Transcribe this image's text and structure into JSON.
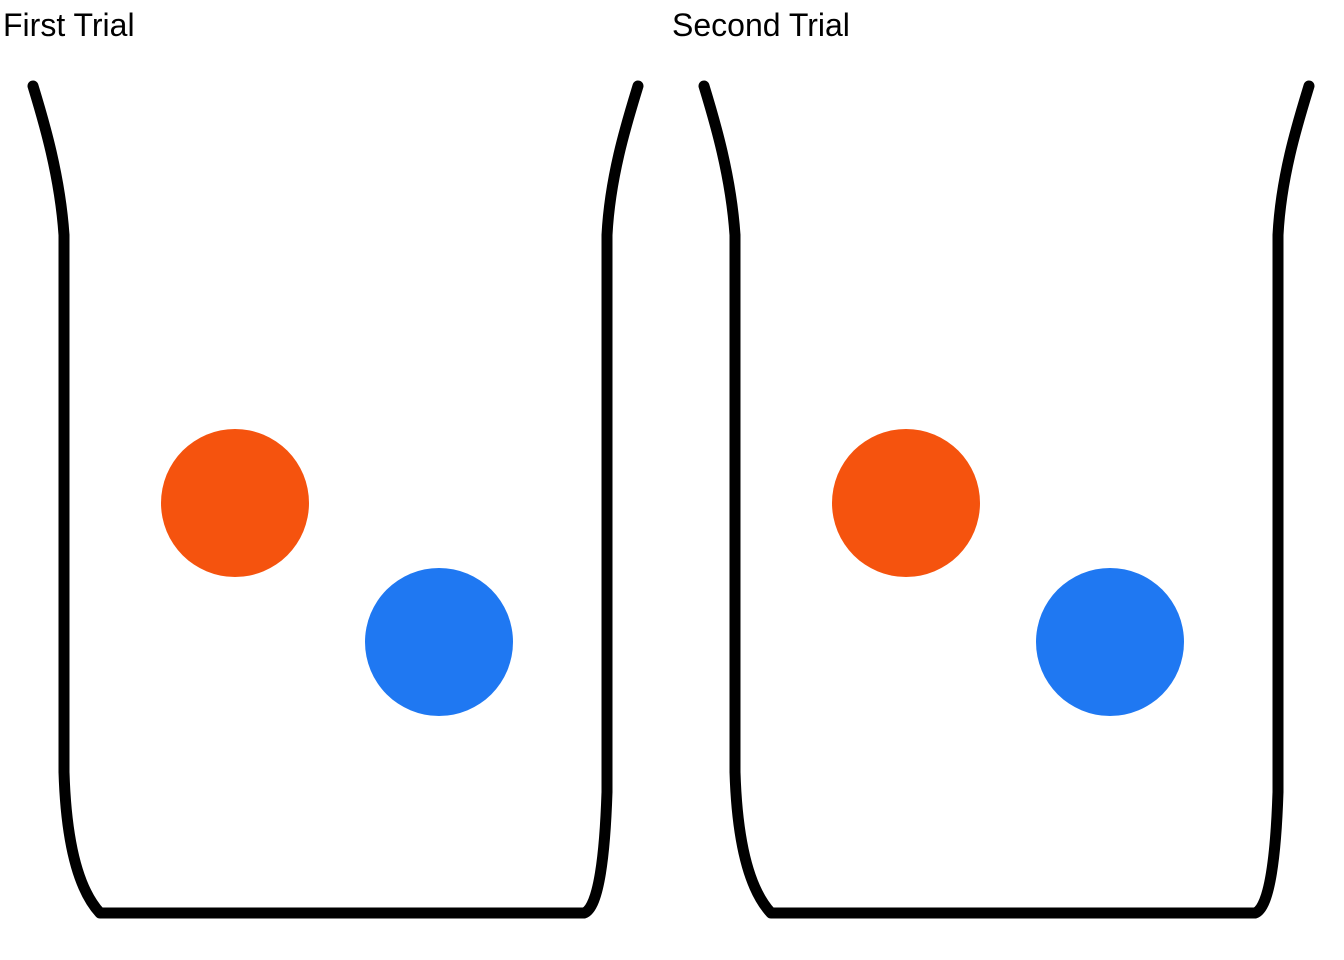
{
  "page": {
    "background_color": "#FFFFFF",
    "outline_color": "#000000",
    "label_color": "#000000"
  },
  "trials": [
    {
      "label": "First Trial",
      "container": "beaker",
      "balls": [
        {
          "name": "orange-ball",
          "color": "#F5530E",
          "position": "upper-left"
        },
        {
          "name": "blue-ball",
          "color": "#1F78F2",
          "position": "lower-right"
        }
      ]
    },
    {
      "label": "Second Trial",
      "container": "beaker",
      "balls": [
        {
          "name": "orange-ball",
          "color": "#F5530E",
          "position": "upper-left"
        },
        {
          "name": "blue-ball",
          "color": "#1F78F2",
          "position": "lower-right"
        }
      ]
    }
  ]
}
